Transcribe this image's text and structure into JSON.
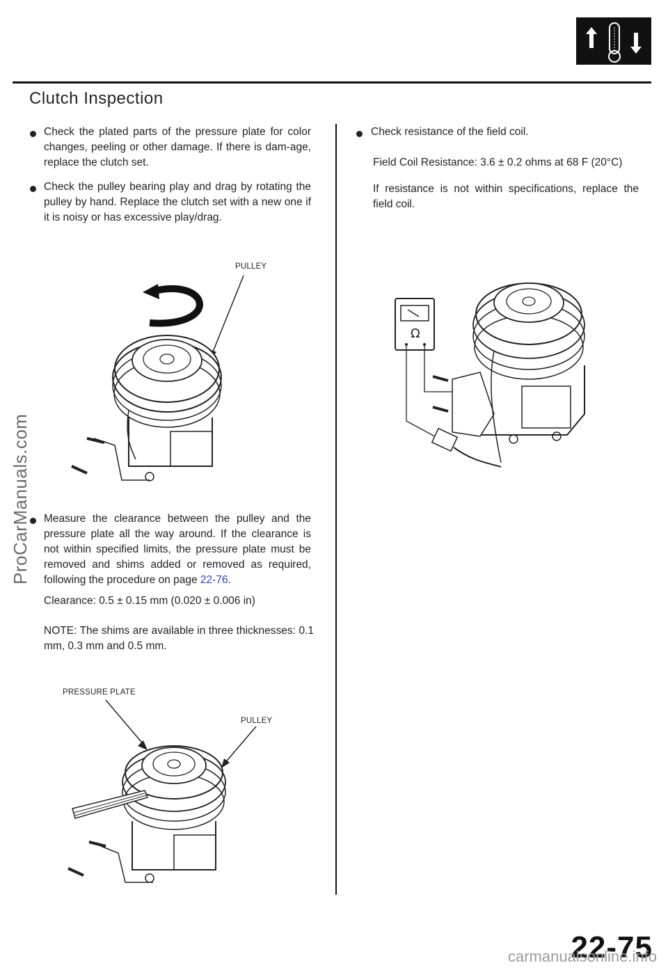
{
  "section_title": "Clutch Inspection",
  "left_column": {
    "bullet1": "Check the plated parts of the pressure plate for color changes, peeling or other damage. If there is dam-age, replace the clutch set.",
    "bullet2": "Check the pulley bearing play and drag by rotating the pulley by hand. Replace the clutch set with a new one if it is noisy or has excessive play/drag.",
    "fig1_label_pulley": "PULLEY",
    "bullet3_text": "Measure the clearance between the pulley and the pressure plate all the way around. If the clearance is not within specified limits, the pressure plate must be removed and shims added or removed as required, following the procedure on page",
    "bullet3_link": "22-76",
    "bullet3_end": ".",
    "clearance": "Clearance: 0.5 ± 0.15 mm (0.020 ± 0.006 in)",
    "note": "NOTE: The shims are available in three thicknesses: 0.1 mm, 0.3 mm and 0.5 mm.",
    "fig3_label_pressure_plate": "PRESSURE PLATE",
    "fig3_label_pulley": "PULLEY"
  },
  "right_column": {
    "bullet1": "Check resistance of the field coil.",
    "spec": "Field Coil Resistance: 3.6 ± 0.2 ohms at 68 F (20°C)",
    "advice": "If resistance is not within specifications, replace the field coil.",
    "meter_symbol": "Ω"
  },
  "watermark_side": "ProCarManuals.com",
  "page_number": "22-75",
  "footer_watermark": "carmanualsonline.info",
  "header_icon": "temperature-arrows-icon"
}
